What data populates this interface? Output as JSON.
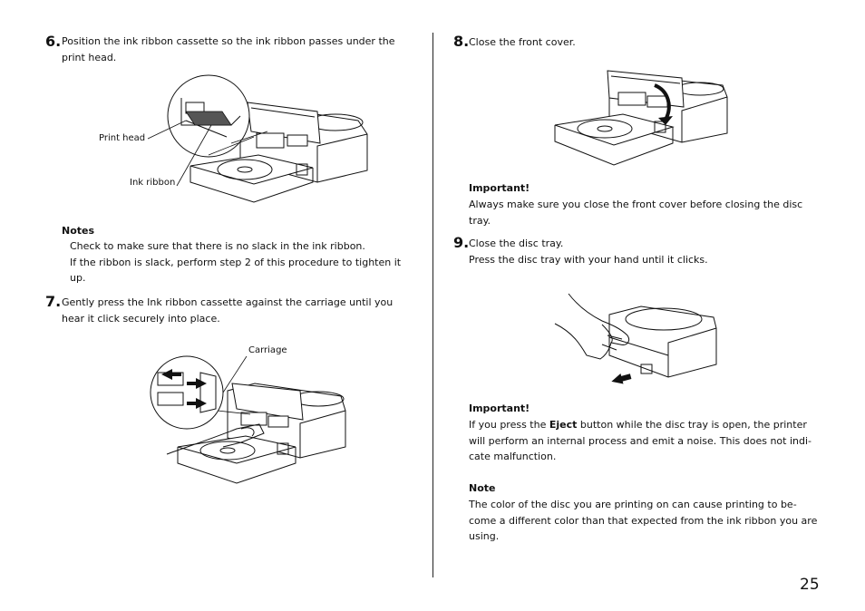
{
  "left": {
    "step6": {
      "number": "6.",
      "line1": "Position the ink ribbon cassette so the ink ribbon passes under the",
      "line2": "print head.",
      "figure_labels": {
        "print_head": "Print head",
        "ink_ribbon": "Ink ribbon"
      }
    },
    "notes": {
      "heading": "Notes",
      "line1": "Check to make sure that there is no slack in the ink ribbon.",
      "line2": "If the ribbon is slack, perform step 2 of this procedure to tighten it",
      "line3": "up."
    },
    "step7": {
      "number": "7.",
      "line1": "Gently press the Ink ribbon cassette against the carriage until you",
      "line2": "hear it click securely into place.",
      "figure_labels": {
        "carriage": "Carriage"
      }
    }
  },
  "right": {
    "step8": {
      "number": "8.",
      "line1": "Close the front cover."
    },
    "important1": {
      "heading": "Important!",
      "line1": "Always make sure you close the front cover before closing the disc",
      "line2": "tray."
    },
    "step9": {
      "number": "9.",
      "line1": "Close the disc tray.",
      "line2": "Press the disc tray with your hand until it clicks."
    },
    "important2": {
      "heading": "Important!",
      "line1_pre": "If you press the ",
      "line1_bold": "Eject",
      "line1_post": " button while the disc tray is open, the printer",
      "line2": "will perform an internal process and emit a noise. This does not indi-",
      "line3": "cate malfunction."
    },
    "note": {
      "heading": "Note",
      "line1": "The color of the disc you are printing on can cause printing to be-",
      "line2": "come a different color than that expected from the ink ribbon you are",
      "line3": "using."
    }
  },
  "page_number": "25"
}
